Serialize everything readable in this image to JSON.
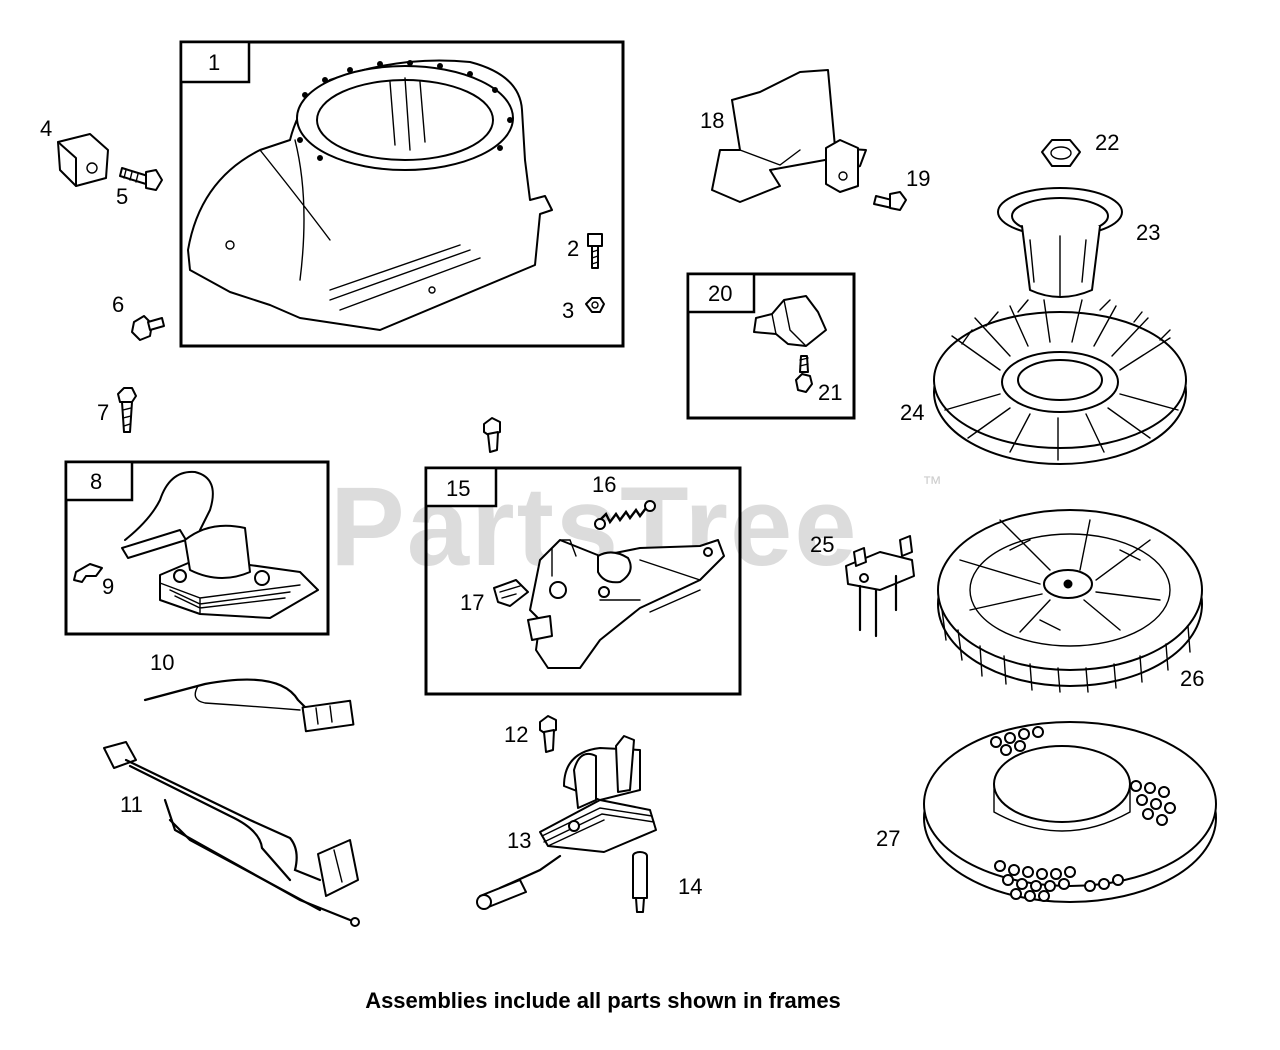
{
  "watermark": {
    "text": "PartsTree",
    "trademark": "™"
  },
  "caption": "Assemblies include all parts shown in frames",
  "callouts": {
    "c1": "1",
    "c2": "2",
    "c3": "3",
    "c4": "4",
    "c5": "5",
    "c6": "6",
    "c7": "7",
    "c8": "8",
    "c9": "9",
    "c10": "10",
    "c11": "11",
    "c12": "12",
    "c13": "13",
    "c14": "14",
    "c15": "15",
    "c16": "16",
    "c17": "17",
    "c18": "18",
    "c19": "19",
    "c20": "20",
    "c21": "21",
    "c22": "22",
    "c23": "23",
    "c24": "24",
    "c25": "25",
    "c26": "26",
    "c27": "27"
  }
}
